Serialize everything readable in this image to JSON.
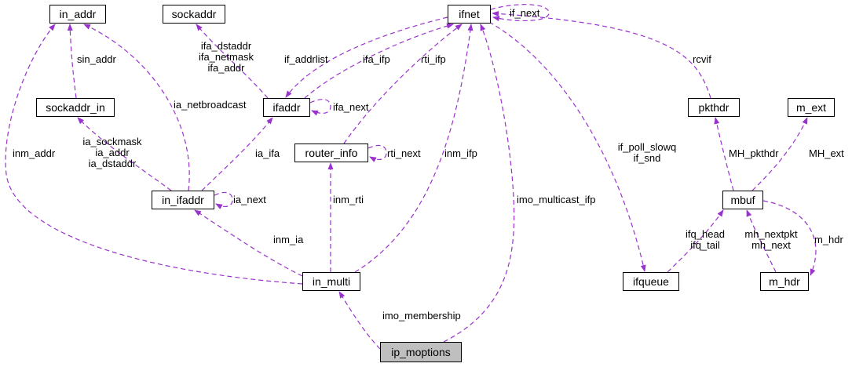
{
  "diagram": {
    "colors": {
      "edge": "#9a32cd",
      "node_bg": "#ffffff",
      "node_border": "#000000",
      "text": "#000000",
      "current_node_bg": "#bfbfbf"
    },
    "nodes": {
      "in_addr": "in_addr",
      "sockaddr": "sockaddr",
      "ifnet": "ifnet",
      "sockaddr_in": "sockaddr_in",
      "ifaddr": "ifaddr",
      "pkthdr": "pkthdr",
      "m_ext": "m_ext",
      "router_info": "router_info",
      "in_ifaddr": "in_ifaddr",
      "mbuf": "mbuf",
      "in_multi": "in_multi",
      "ifqueue": "ifqueue",
      "m_hdr": "m_hdr",
      "ip_moptions": "ip_moptions"
    },
    "edge_labels": {
      "sin_addr": "sin_addr",
      "ifa_addrs": "ifa_dstaddr\nifa_netmask\nifa_addr",
      "if_addrlist": "if_addrlist",
      "ifa_ifp": "ifa_ifp",
      "rti_ifp": "rti_ifp",
      "if_next": "if_next",
      "rcvif": "rcvif",
      "ia_netbroadcast": "ia_netbroadcast",
      "ifa_next": "ifa_next",
      "inm_addr": "inm_addr",
      "ia_addrs": "ia_sockmask\nia_addr\nia_dstaddr",
      "ia_ifa": "ia_ifa",
      "rti_next": "rti_next",
      "inm_ifp": "inm_ifp",
      "if_queues": "if_poll_slowq\nif_snd",
      "MH_pkthdr": "MH_pkthdr",
      "MH_ext": "MH_ext",
      "ia_next": "ia_next",
      "inm_rti": "inm_rti",
      "imo_multicast_ifp": "imo_multicast_ifp",
      "inm_ia": "inm_ia",
      "ifq_ptrs": "ifq_head\nifq_tail",
      "mh_ptrs": "mh_nextpkt\nmh_next",
      "m_hdr": "m_hdr",
      "imo_membership": "imo_membership"
    }
  }
}
